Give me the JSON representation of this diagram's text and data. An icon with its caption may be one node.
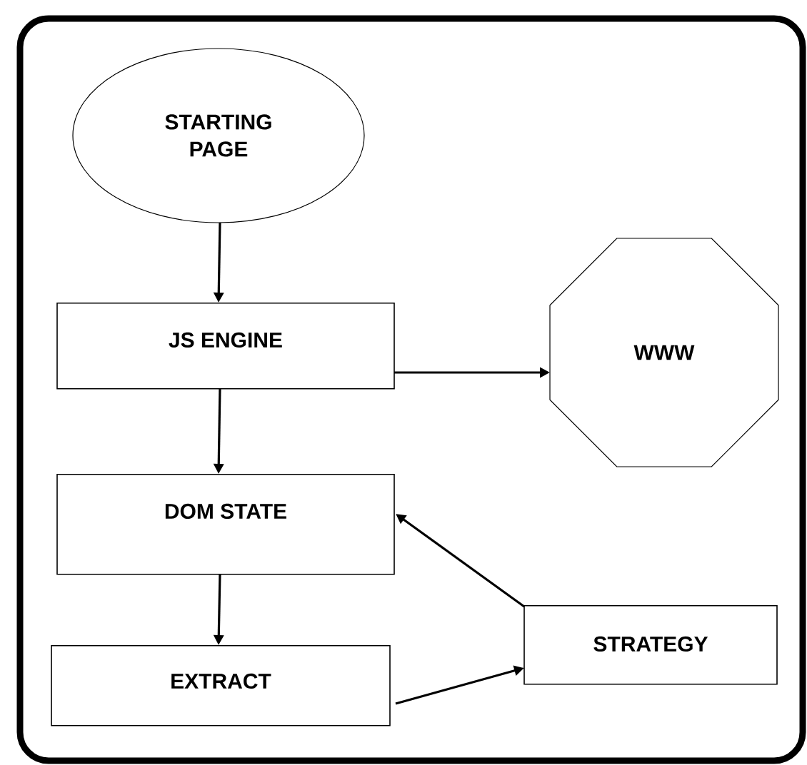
{
  "diagram": {
    "nodes": [
      {
        "text": [
          "STARTING PAGE"
        ]
      },
      {
        "text": [
          "JS ENGINE"
        ]
      },
      {
        "text": [
          "WWW"
        ]
      },
      {
        "text": [
          "DOM STATE"
        ]
      },
      {
        "text": [
          "EXTRACT"
        ]
      },
      {
        "text": [
          "STRATEGY"
        ]
      }
    ],
    "edges": [
      {
        "from": 0,
        "to": 1,
        "arrow": "to"
      },
      {
        "from": 1,
        "to": 2,
        "arrow": "to"
      },
      {
        "from": 1,
        "to": 3,
        "arrow": "to"
      },
      {
        "from": 3,
        "to": 4,
        "arrow": "to"
      },
      {
        "from": 4,
        "to": 5,
        "arrow": "to"
      },
      {
        "from": 5,
        "to": 3,
        "arrow": "to"
      }
    ]
  }
}
